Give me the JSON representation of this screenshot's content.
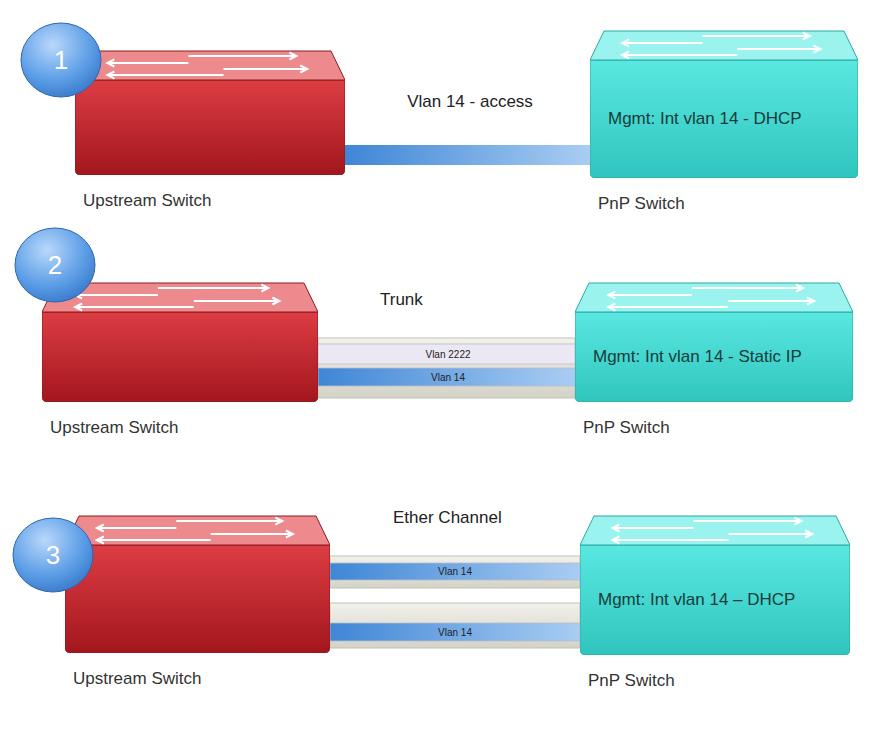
{
  "diagram": {
    "nodes": [
      {
        "text": [
          "Upstream Switch"
        ]
      },
      {
        "text": [
          "Mgmt: Int vlan 14 - DHCP",
          "PnP Switch"
        ]
      },
      {
        "text": [
          "Upstream Switch"
        ]
      },
      {
        "text": [
          "Mgmt: Int vlan 14  - Static IP",
          "PnP Switch"
        ]
      },
      {
        "text": [
          "Upstream Switch"
        ]
      },
      {
        "text": [
          "Mgmt: Int vlan 14 – DHCP",
          "PnP Switch"
        ]
      }
    ],
    "edges": [
      {
        "from": 0,
        "to": 1,
        "arrow": "none",
        "label": "Vlan 14 - access"
      },
      {
        "from": 2,
        "to": 3,
        "arrow": "none",
        "label": "Trunk"
      },
      {
        "from": 4,
        "to": 5,
        "arrow": "none",
        "label": "Vlan 14"
      },
      {
        "from": 4,
        "to": 5,
        "arrow": "none",
        "label": "Vlan 14"
      }
    ],
    "labels": [
      "1",
      "2",
      "Vlan 2222",
      "Vlan 14",
      "Ether Channel",
      "3"
    ]
  }
}
